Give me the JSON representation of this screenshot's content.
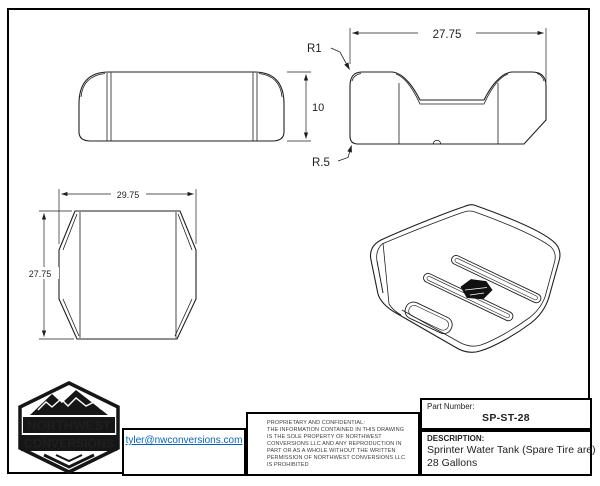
{
  "drawing": {
    "side_view": {
      "height_dim": "10"
    },
    "front_view": {
      "width_dim": "27.75",
      "radius_top": "R1",
      "radius_bottom": "R.5"
    },
    "top_view": {
      "width_dim": "29.75",
      "depth_dim": "27.75"
    }
  },
  "title_block": {
    "logo": {
      "line1": "NORTHWEST",
      "line2": "CONVERSIONS"
    },
    "email": "tyler@nwconversions.com",
    "proprietary_notice": "PROPRIETARY AND CONFIDENTIAL:\nTHE INFORMATION CONTAINED IN THIS DRAWING\nIS THE SOLE PROPERTY OF NORTHWEST\nCONVERSIONS LLC AND ANY REPRODUCTION IN\nPART OR AS A WHOLE WITHOUT THE WRITTEN\nPERMISSION OF NORTHWEST CONVERSIONS LLC\nIS PROHIBITED",
    "part_number_label": "Part Number:",
    "part_number_value": "SP-ST-28",
    "description_label": "DESCRIPTION:",
    "description_line1": "Sprinter Water Tank (Spare Tire are)",
    "description_line2": "28 Gallons"
  },
  "colors": {
    "line": "#1f1f1f",
    "link": "#0563c1",
    "paper": "#ffffff",
    "logo": "#161616"
  }
}
